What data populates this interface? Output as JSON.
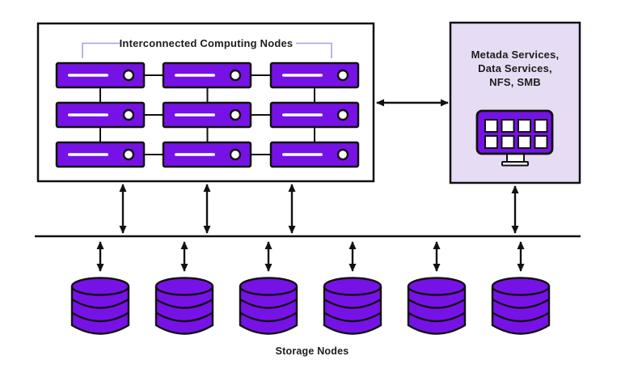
{
  "diagram": {
    "computing_cluster": {
      "title": "Interconnected Computing Nodes",
      "grid": "3x3",
      "node_count": 9
    },
    "services_box": {
      "lines": [
        "Metada Services,",
        "Data Services,",
        "NFS, SMB"
      ]
    },
    "storage": {
      "label": "Storage Nodes",
      "node_count": 6
    },
    "colors": {
      "node_purple": "#7612E6",
      "services_bg": "#E6DDF4",
      "bracket_purple": "#B39BE3",
      "line_black": "#111111",
      "canvas_bg": "#FFFFFF"
    }
  }
}
